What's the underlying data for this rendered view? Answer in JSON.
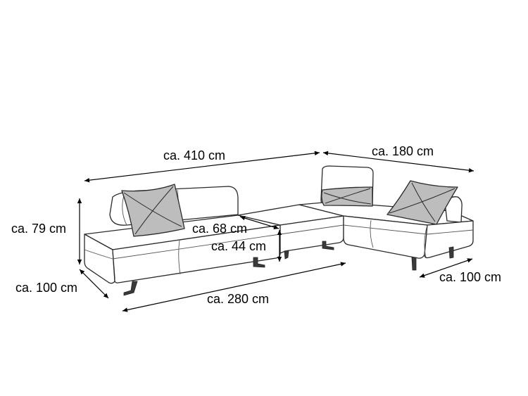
{
  "dimensions": {
    "width_total": "ca. 410 cm",
    "width_corner": "ca. 180 cm",
    "height_back": "ca. 79 cm",
    "depth_left": "ca. 100 cm",
    "length_front": "ca. 280 cm",
    "seat_depth": "ca. 68 cm",
    "seat_height": "ca. 44 cm",
    "depth_right": "ca. 100 cm"
  },
  "colors": {
    "line": "#2a2a2a",
    "pillow": "#bdbdbd",
    "background": "#ffffff"
  }
}
